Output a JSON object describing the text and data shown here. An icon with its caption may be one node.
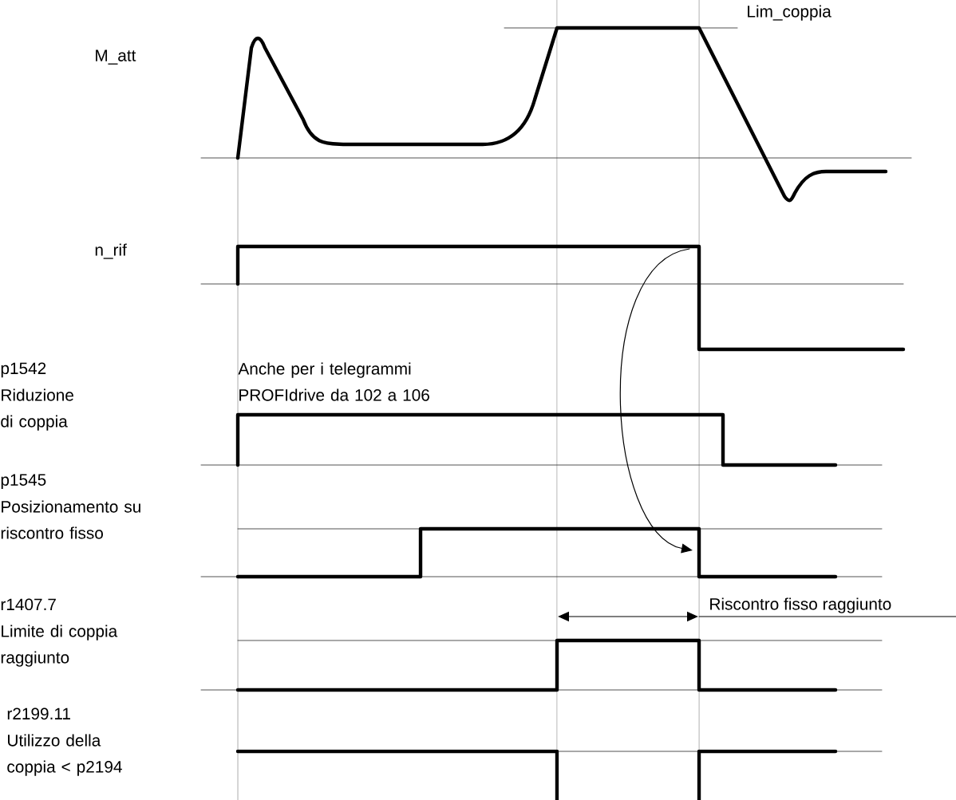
{
  "diagram": {
    "labels": [
      "Lim_coppia",
      "M_att",
      "n_rif",
      "p1542",
      "Riduzione di coppia",
      "Anche per i telegrammi PROFIdrive da 102 a 106",
      "p1545",
      "Posizionamento su riscontro fisso",
      "r1407.7",
      "Limite di coppia raggiunto",
      "Riscontro fisso raggiunto",
      "r2199.11",
      "Utilizzo della coppia < p2194"
    ]
  }
}
